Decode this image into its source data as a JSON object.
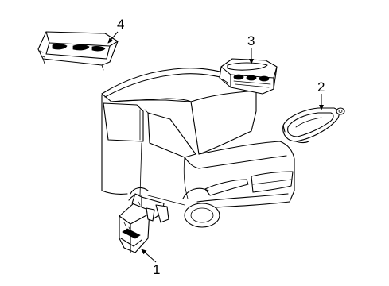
{
  "callouts": {
    "part1": "1",
    "part2": "2",
    "part3": "3",
    "part4": "4"
  },
  "colors": {
    "line": "#000000",
    "background": "#ffffff"
  }
}
